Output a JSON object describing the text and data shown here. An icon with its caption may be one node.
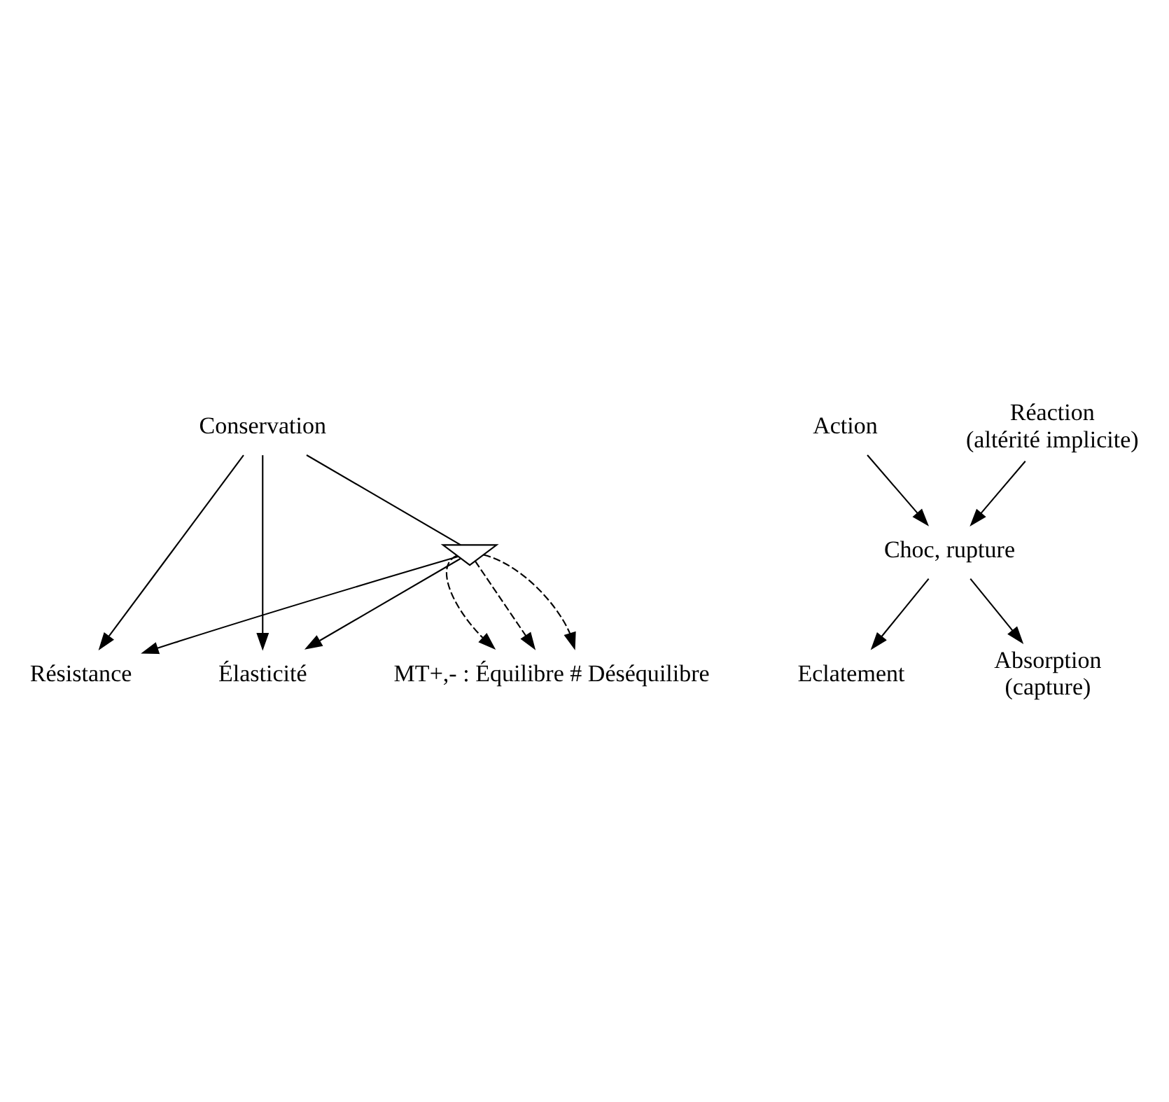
{
  "diagram": {
    "nodes": [
      {
        "text": [
          "Conservation"
        ]
      },
      {
        "text": [
          "Résistance"
        ]
      },
      {
        "text": [
          "Élasticité"
        ]
      },
      {
        "text": [
          "MT+,- : Équilibre # Déséquilibre"
        ]
      },
      {
        "text": [
          "Action"
        ]
      },
      {
        "text": [
          "Réaction",
          "(altérité implicite)"
        ]
      },
      {
        "text": [
          "Choc, rupture"
        ]
      },
      {
        "text": [
          "Eclatement"
        ]
      },
      {
        "text": [
          "Absorption",
          "(capture)"
        ]
      },
      {
        "text": [],
        "shape": "triangle"
      }
    ],
    "edges": [
      {
        "from": 0,
        "to": 1,
        "arrow": "to"
      },
      {
        "from": 0,
        "to": 2,
        "arrow": "to"
      },
      {
        "from": 0,
        "to": 9,
        "arrow": "none"
      },
      {
        "from": 9,
        "to": 1,
        "arrow": "to"
      },
      {
        "from": 9,
        "to": 2,
        "arrow": "to"
      },
      {
        "from": 9,
        "to": 3,
        "arrow": "to",
        "style": "dashed"
      },
      {
        "from": 9,
        "to": 3,
        "arrow": "to",
        "style": "dashed"
      },
      {
        "from": 9,
        "to": 3,
        "arrow": "to",
        "style": "dashed"
      },
      {
        "from": 4,
        "to": 6,
        "arrow": "to"
      },
      {
        "from": 5,
        "to": 6,
        "arrow": "to"
      },
      {
        "from": 6,
        "to": 7,
        "arrow": "to"
      },
      {
        "from": 6,
        "to": 8,
        "arrow": "to"
      }
    ]
  }
}
